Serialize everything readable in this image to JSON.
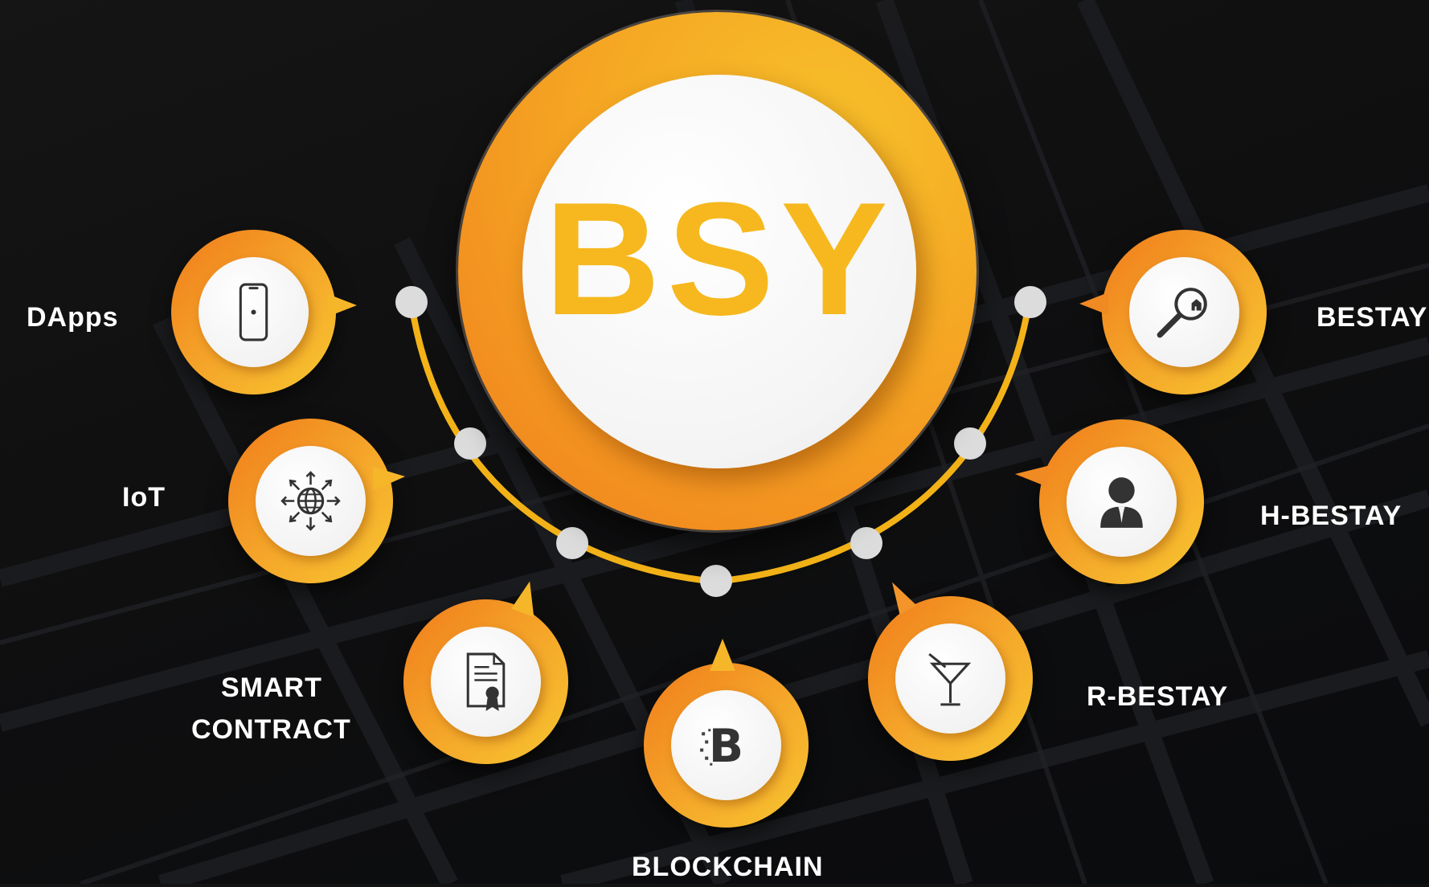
{
  "hub": {
    "title": "BSY"
  },
  "nodes": [
    {
      "label": "DApps",
      "icon": "smartphone-icon"
    },
    {
      "label": "IoT",
      "icon": "globe-network-icon"
    },
    {
      "label": "SMART",
      "label2": "CONTRACT",
      "icon": "certificate-document-icon"
    },
    {
      "label": "BLOCKCHAIN",
      "icon": "bitcoin-icon"
    },
    {
      "label": "R-BESTAY",
      "icon": "cocktail-glass-icon"
    },
    {
      "label": "H-BESTAY",
      "icon": "businessman-icon"
    },
    {
      "label": "BESTAY",
      "icon": "home-search-icon"
    }
  ],
  "colors": {
    "accent": "#f5a623",
    "accent_dark": "#f07c1c",
    "accent_light": "#f7c530",
    "title": "#f6b81e",
    "connector": "#f3b318",
    "dot": "#dcdcdc",
    "background": "#111111"
  }
}
